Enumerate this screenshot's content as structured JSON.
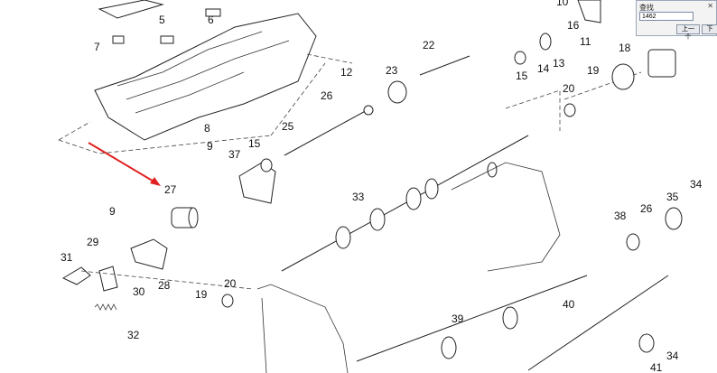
{
  "diagram": {
    "callouts": [
      "5",
      "6",
      "7",
      "8",
      "9",
      "10",
      "11",
      "12",
      "13",
      "14",
      "15",
      "16",
      "18",
      "19",
      "20",
      "22",
      "23",
      "25",
      "26",
      "27",
      "28",
      "29",
      "30",
      "31",
      "32",
      "33",
      "34",
      "35",
      "37",
      "38",
      "39",
      "40",
      "41"
    ],
    "c": {
      "n5": "5",
      "n6": "6",
      "n7": "7",
      "n8": "8",
      "n9a": "9",
      "n9b": "9",
      "n10": "10",
      "n11": "11",
      "n12": "12",
      "n13": "13",
      "n14": "14",
      "n15a": "15",
      "n15b": "15",
      "n16": "16",
      "n18": "18",
      "n19a": "19",
      "n19b": "19",
      "n20a": "20",
      "n20b": "20",
      "n22": "22",
      "n23": "23",
      "n25": "25",
      "n26a": "26",
      "n26b": "26",
      "n27": "27",
      "n28": "28",
      "n29": "29",
      "n30": "30",
      "n31": "31",
      "n32": "32",
      "n33": "33",
      "n34a": "34",
      "n34b": "34",
      "n35": "35",
      "n37": "37",
      "n38": "38",
      "n39": "39",
      "n40": "40",
      "n41": "41"
    },
    "arrow_color": "#e02020"
  },
  "find_dialog": {
    "title": "查找",
    "close_glyph": "✕",
    "query": "1462",
    "prev_label": "上一个",
    "next_label": "下一个"
  }
}
